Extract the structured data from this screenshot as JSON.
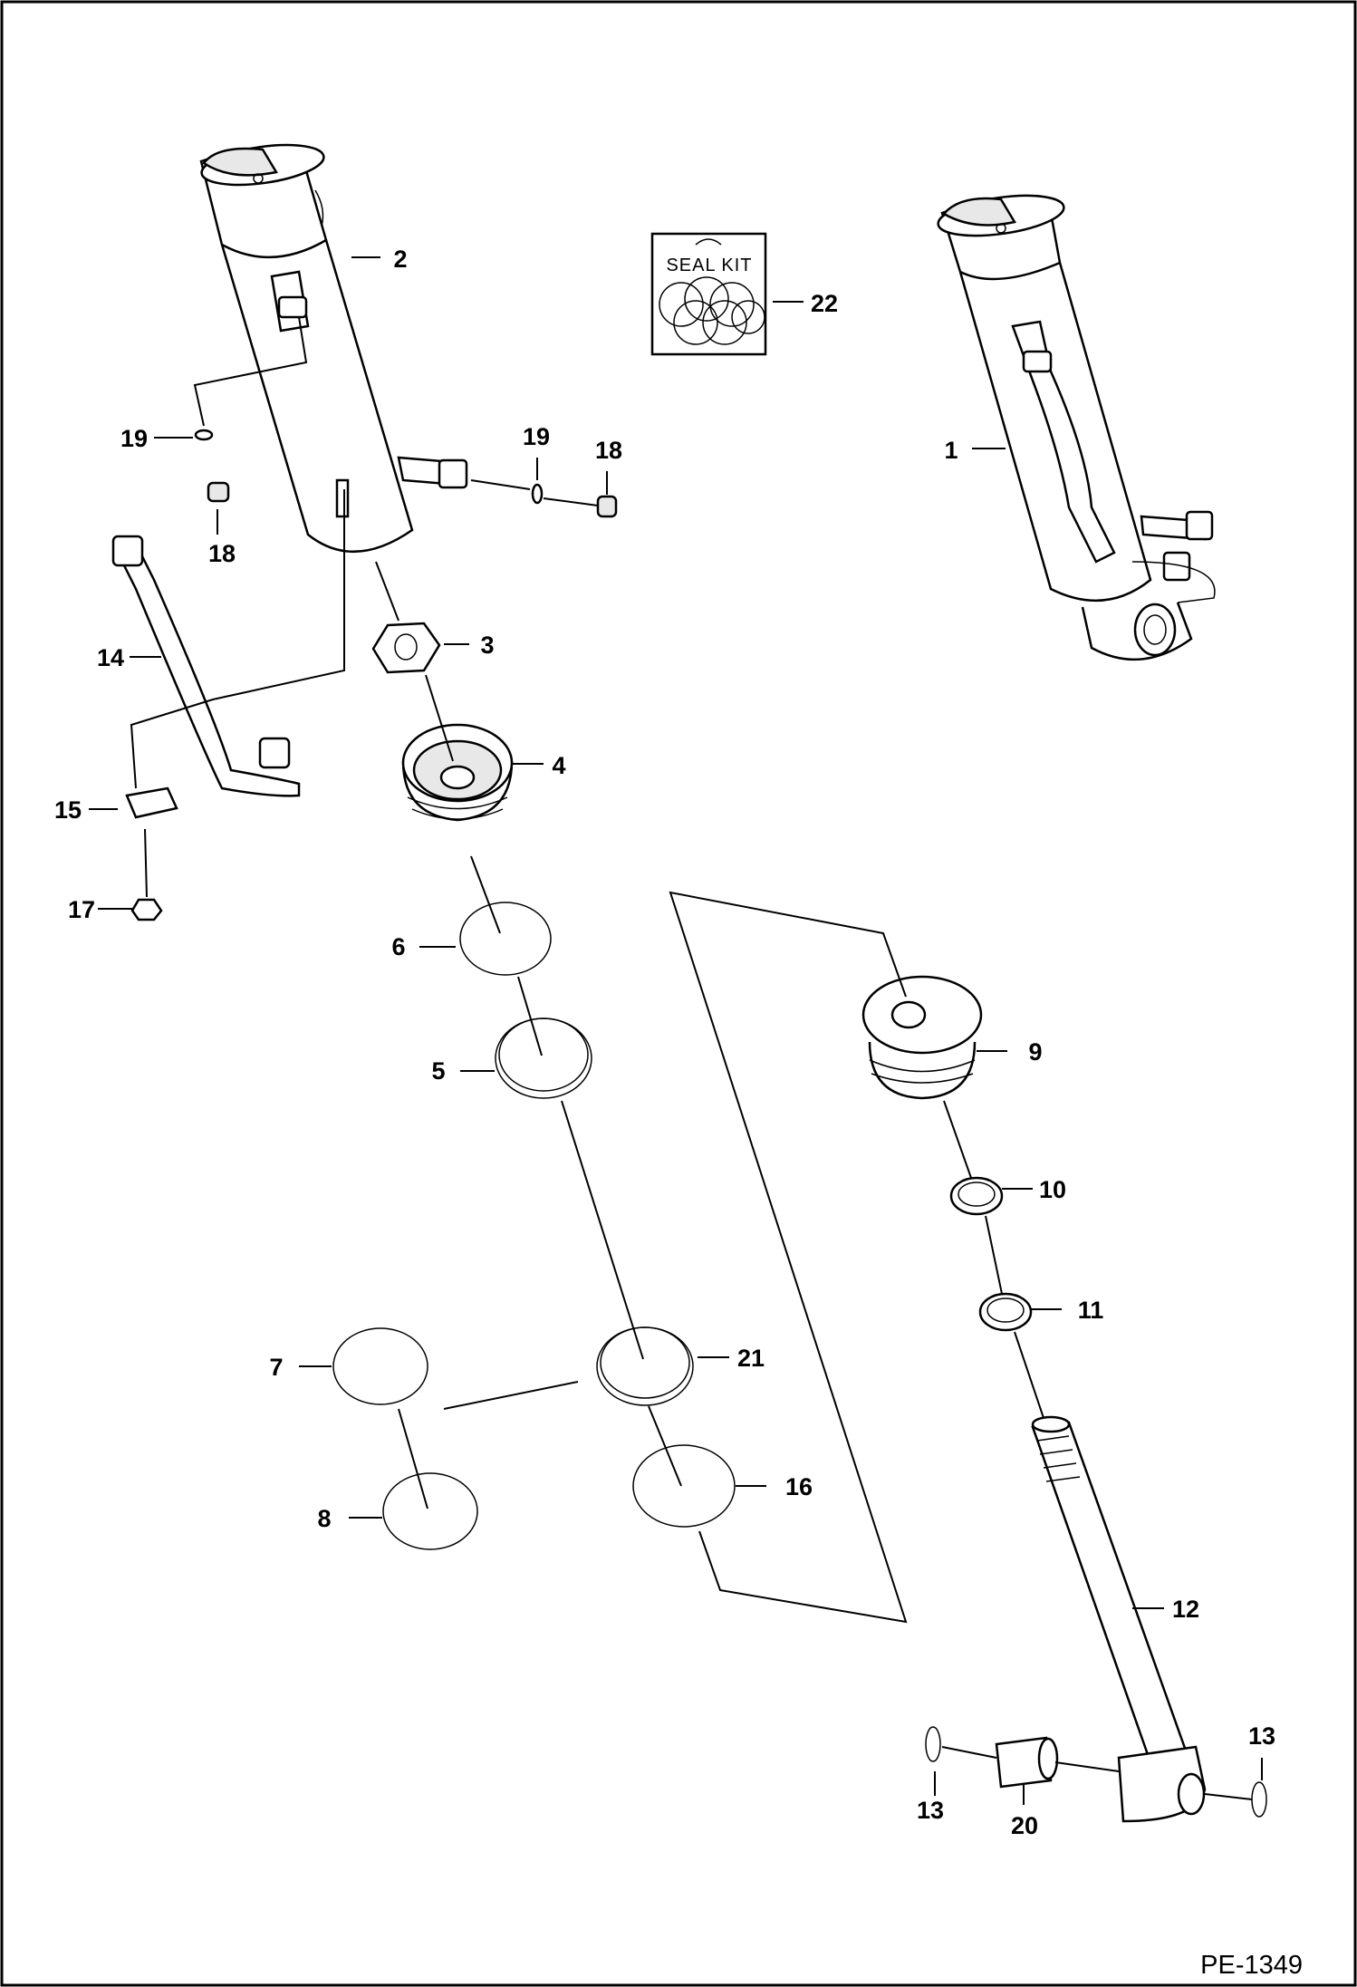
{
  "diagram": {
    "drawing_code": "PE-1349",
    "seal_kit_label": "SEAL KIT",
    "callouts": [
      "1",
      "2",
      "3",
      "4",
      "5",
      "6",
      "7",
      "8",
      "9",
      "10",
      "11",
      "12",
      "13",
      "13",
      "14",
      "15",
      "16",
      "17",
      "18",
      "18",
      "19",
      "19",
      "20",
      "21",
      "22"
    ]
  }
}
